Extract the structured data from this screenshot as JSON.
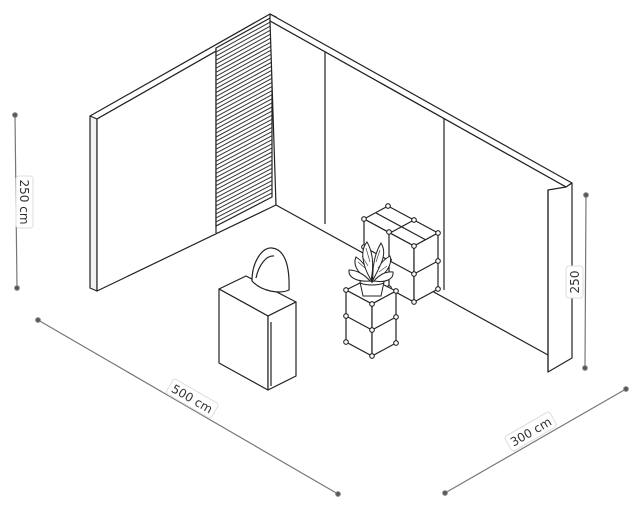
{
  "dimensions": {
    "left_height": "250 cm",
    "right_height": "250",
    "front_width": "500 cm",
    "side_depth": "300 cm"
  },
  "objects": {
    "items": [
      "slatwall-panel",
      "counter",
      "chair",
      "cube-shelf-tall",
      "cube-shelf-short",
      "plant"
    ]
  },
  "colors": {
    "line": "#222222",
    "dimension_line": "#777777",
    "label_bg": "#ffffff",
    "label_border": "#dddddd"
  }
}
